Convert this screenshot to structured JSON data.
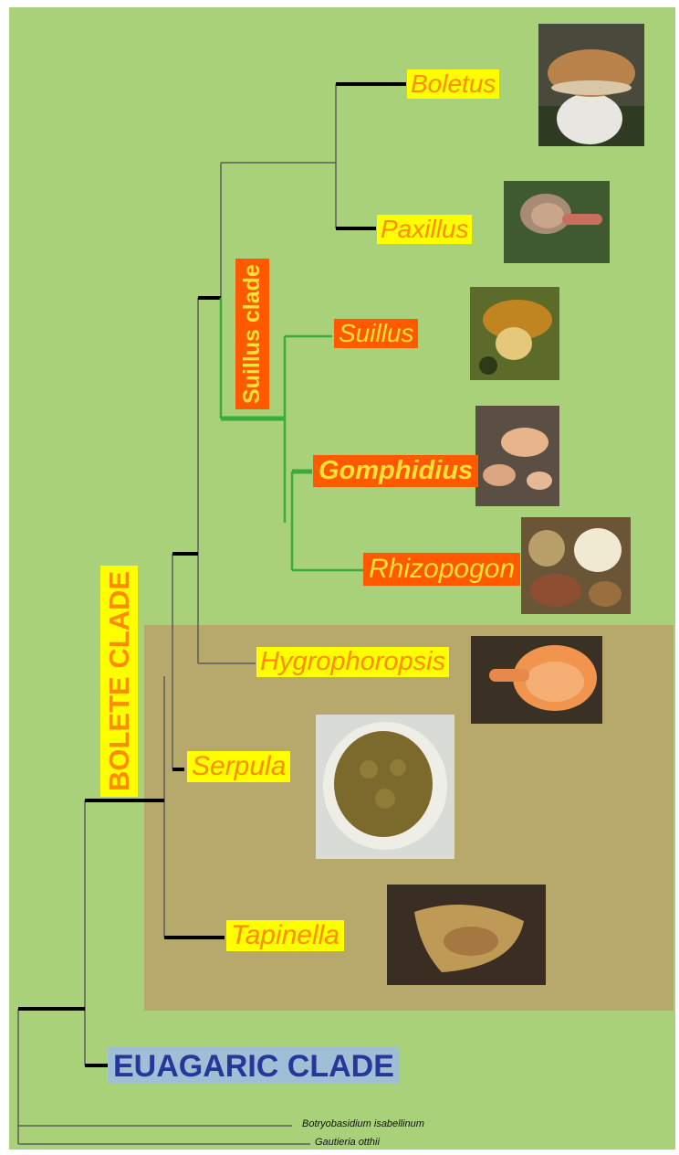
{
  "clades": {
    "bolete": "BOLETE CLADE",
    "suillus": "Suillus clade",
    "euagaric": "EUAGARIC CLADE"
  },
  "taxa": [
    {
      "id": "boletus",
      "label": "Boletus"
    },
    {
      "id": "paxillus",
      "label": "Paxillus"
    },
    {
      "id": "suillus",
      "label": "Suillus"
    },
    {
      "id": "gomphidius",
      "label": "Gomphidius"
    },
    {
      "id": "rhizopogon",
      "label": "Rhizopogon"
    },
    {
      "id": "hygrophoropsis",
      "label": "Hygrophoropsis"
    },
    {
      "id": "serpula",
      "label": "Serpula"
    },
    {
      "id": "tapinella",
      "label": "Tapinella"
    }
  ],
  "outgroups": [
    "Botryobasidium isabellinum",
    "Gautieria otthii"
  ],
  "colors": {
    "background": "#a8d17a",
    "highlight_region": "#b6a96b",
    "tree_line": "#5c5c5c",
    "suillus_branch": "#3bab3b",
    "label_yellow": "#ffff00",
    "label_orange": "#ff5a00"
  }
}
